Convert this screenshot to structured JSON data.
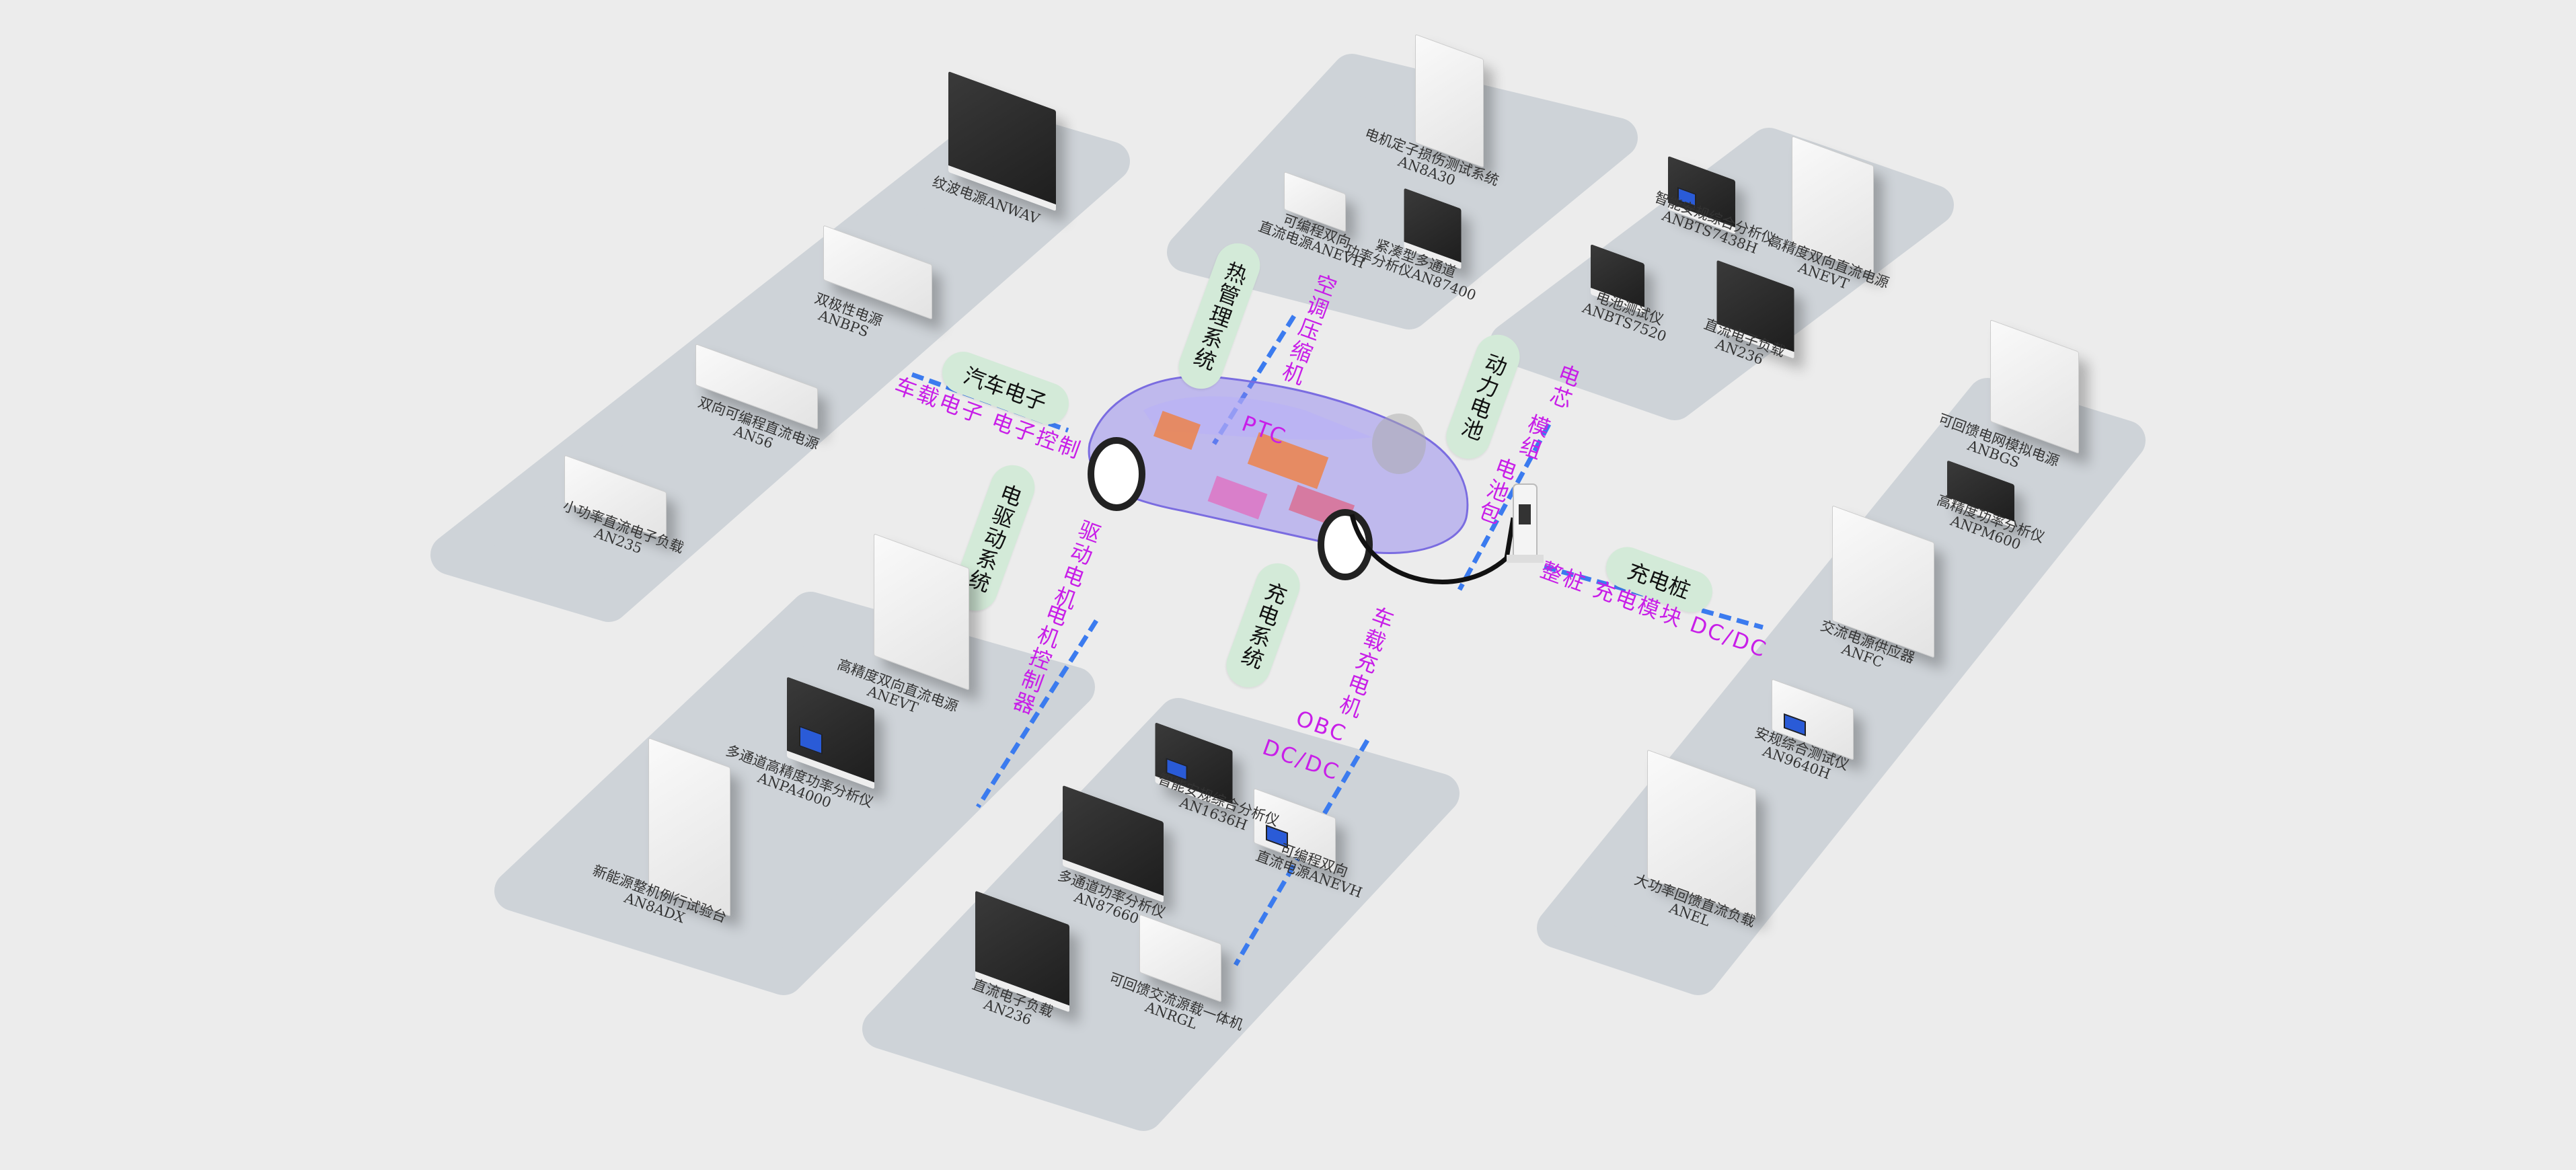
{
  "colors": {
    "panel": "#ced3d8",
    "pill": "#d3ead8",
    "line": "#3b7bef",
    "sub": "#c81ee8",
    "car": "#8a7cf0"
  },
  "pills": {
    "auto_electronics": "汽车电子",
    "thermal": "热管理系统",
    "battery": "动力电池",
    "drive": "电驱动系统",
    "charging": "充电系统",
    "pile": "充电桩"
  },
  "subs": {
    "auto_electronics": "车载电子 电子控制",
    "thermal": "空调压缩机",
    "thermal_ptc": "PTC",
    "battery_cell": "电芯",
    "battery_module": "模组",
    "battery_pack": "电池包",
    "drive_motor": "驱动电机",
    "drive_ctrl": "电机控制器",
    "charging_obc": "车载充电机",
    "charging_obc2": "OBC",
    "charging_dcdc": "DC/DC",
    "pile": "整桩 充电模块 DC/DC"
  },
  "products": {
    "p1": [
      {
        "name": "纹波电源ANWAV",
        "model": ""
      },
      {
        "name": "双极性电源",
        "model": "ANBPS"
      },
      {
        "name": "双向可编程直流电源",
        "model": "AN56"
      },
      {
        "name": "小功率直流电子负载",
        "model": "AN235"
      }
    ],
    "p2": [
      {
        "name": "电机定子损伤测试系统",
        "model": "AN8A30"
      },
      {
        "name": "可编程双向",
        "model": "直流电源ANEVH"
      },
      {
        "name": "紧凑型多通道",
        "model": "功率分析仪AN87400"
      }
    ],
    "p3": [
      {
        "name": "智能安规综合分析仪",
        "model": "ANBTS7438H"
      },
      {
        "name": "高精度双向直流电源",
        "model": "ANEVT"
      },
      {
        "name": "电池测试仪",
        "model": "ANBTS7520"
      },
      {
        "name": "直流电子负载",
        "model": "AN236"
      }
    ],
    "p4": [
      {
        "name": "可回馈电网模拟电源",
        "model": "ANBGS"
      },
      {
        "name": "高精度功率分析仪",
        "model": "ANPM600"
      },
      {
        "name": "交流电源供应器",
        "model": "ANFC"
      },
      {
        "name": "安规综合测试仪",
        "model": "AN9640H"
      },
      {
        "name": "大功率回馈直流负载",
        "model": "ANEL"
      }
    ],
    "p5": [
      {
        "name": "高精度双向直流电源",
        "model": "ANEVT"
      },
      {
        "name": "多通道高精度功率分析仪",
        "model": "ANPA4000"
      },
      {
        "name": "新能源整机例行试验台",
        "model": "AN8ADX"
      }
    ],
    "p6": [
      {
        "name": "智能安规综合分析仪",
        "model": "AN1636H"
      },
      {
        "name": "可编程双向",
        "model": "直流电源ANEVH"
      },
      {
        "name": "多通道功率分析仪",
        "model": "AN87660"
      },
      {
        "name": "直流电子负载",
        "model": "AN236"
      },
      {
        "name": "可回馈交流源载一体机",
        "model": "ANRGL"
      }
    ]
  }
}
